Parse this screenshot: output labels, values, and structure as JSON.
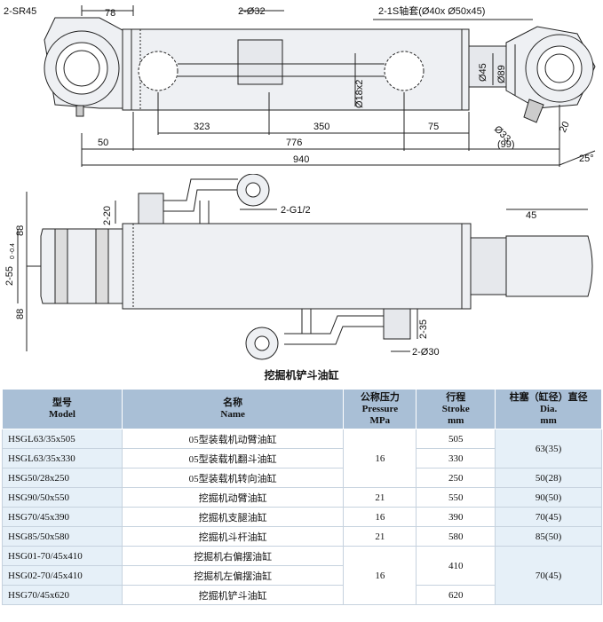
{
  "drawing1": {
    "sr": "2-SR45",
    "d78": "78",
    "d2phi32": "2-Ø32",
    "bearing": "2-1S轴套(Ø40x Ø50x45)",
    "phi45": "Ø45",
    "phi89": "Ø89",
    "phi18x2": "Ø18x2",
    "d50": "50",
    "d323": "323",
    "d350": "350",
    "d75": "75",
    "d776": "776",
    "d940": "940",
    "phi33": "Ø33",
    "d99": "(99)",
    "d20": "20",
    "deg25": "25°"
  },
  "drawing2": {
    "d2g12": "2-G1/2",
    "d2_20": "2-20",
    "d45": "45",
    "d88a": "88",
    "d88b": "88",
    "d2_55": "2-55",
    "tol": "0 -0.4",
    "d2_35": "2-35",
    "d2phi30": "2-Ø30"
  },
  "caption": "挖掘机铲斗油缸",
  "table": {
    "headers": {
      "model_cn": "型号",
      "model_en": "Model",
      "name_cn": "名称",
      "name_en": "Name",
      "pressure_cn": "公称压力",
      "pressure_en": "Pressure",
      "pressure_unit": "MPa",
      "stroke_cn": "行程",
      "stroke_en": "Stroke",
      "stroke_unit": "mm",
      "dia_cn": "柱塞（缸径）直径",
      "dia_en": "Dia.",
      "dia_unit": "mm"
    },
    "rows": [
      {
        "model": "HSGL63/35x505",
        "name": "05型装载机动臂油缸",
        "stroke": "505"
      },
      {
        "model": "HSGL63/35x330",
        "name": "05型装载机翻斗油缸",
        "stroke": "330"
      },
      {
        "model": "HSG50/28x250",
        "name": "05型装载机转向油缸",
        "stroke": "250"
      },
      {
        "model": "HSG90/50x550",
        "name": "挖掘机动臂油缸",
        "stroke": "550"
      },
      {
        "model": "HSG70/45x390",
        "name": "挖掘机支腿油缸",
        "stroke": "390"
      },
      {
        "model": "HSG85/50x580",
        "name": "挖掘机斗杆油缸",
        "stroke": "580"
      },
      {
        "model": "HSG01-70/45x410",
        "name": "挖掘机右偏摆油缸"
      },
      {
        "model": "HSG02-70/45x410",
        "name": "挖掘机左偏摆油缸"
      },
      {
        "model": "HSG70/45x620",
        "name": "挖掘机铲斗油缸",
        "stroke": "620"
      }
    ],
    "merged": {
      "pressure_16a": "16",
      "pressure_21a": "21",
      "pressure_16b": "16",
      "pressure_21b": "21",
      "pressure_16c": "16",
      "stroke_410": "410",
      "dia_63": "63(35)",
      "dia_50": "50(28)",
      "dia_90": "90(50)",
      "dia_70a": "70(45)",
      "dia_85": "85(50)",
      "dia_70b": "70(45)"
    }
  }
}
